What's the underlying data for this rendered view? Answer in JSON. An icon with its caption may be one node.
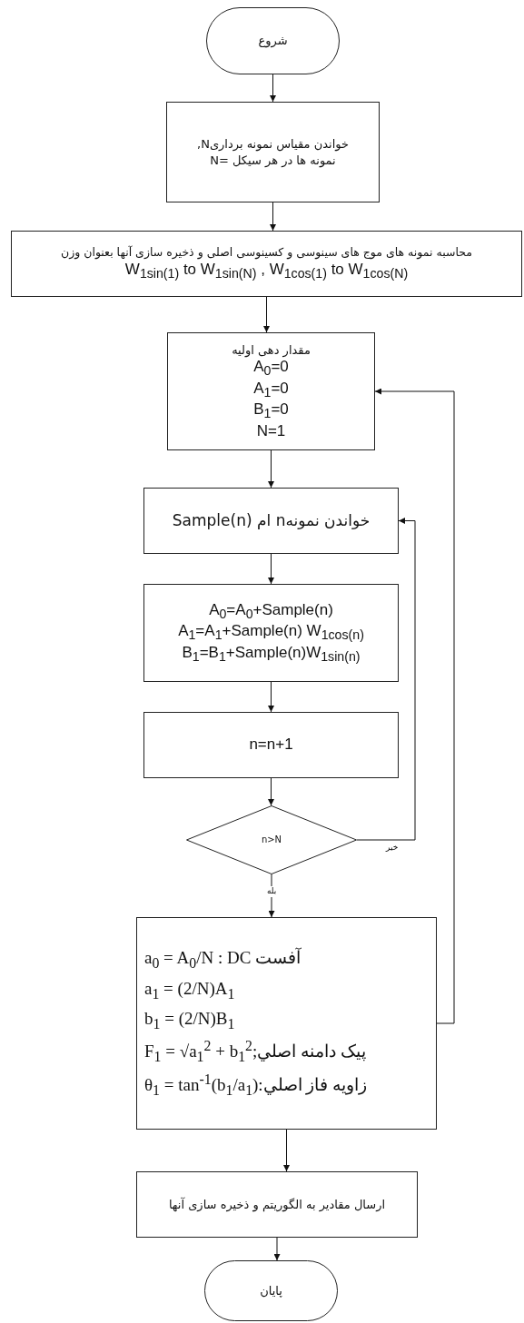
{
  "diagram": {
    "nodes": [
      {
        "text": [
          "شروع"
        ]
      },
      {
        "text": [
          "خواندن مقیاس نمونه برداریN, نمونه ها در هر سیکل =N"
        ]
      },
      {
        "text": [
          "محاسبه نمونه های موج های سینوسی و کسینوسی اصلی و ذخیره سازی آنها بعنوان وزن",
          "W$_{1sin(1)}$ to W$_{1sin(N)}$ , W$_{1cos(1)}$ to W$_{1cos(N)}$"
        ]
      },
      {
        "text": [
          "مقدار دهی اولیه",
          "A$_{0}$=0",
          "A$_{1}$=0",
          "B$_{1}$=0",
          "N=1"
        ]
      },
      {
        "text": [
          "خواندن نمونهn ام Sample(n)"
        ]
      },
      {
        "text": [
          "A$_{0}$=A$_{0}$+Sample(n)",
          "A$_{1}$=A$_{1}$+Sample(n) W$_{1cos(n)}$",
          "B$_{1}$=B$_{1}$+Sample(n)W$_{1sin(n)}$"
        ]
      },
      {
        "text": [
          "n=n+1"
        ]
      },
      {
        "text": [
          "n>N"
        ]
      },
      {
        "text": [
          "a$_{0}$ = A$_{0}$/N : DC آفست",
          "a$_{1}$ = (2/N)A$_{1}$",
          "b$_{1}$ = (2/N)B$_{1}$",
          "F$_{1}$ = √a$_{1}$$^{2}$ + b$_{1}$$^{2}$;پیک دامنه اصلي",
          "θ$_{1}$ = tan$^{-1}$(b$_{1}$/a$_{1}$):زاويه فاز اصلي"
        ]
      },
      {
        "text": [
          "ارسال مقادیر به الگوریتم و ذخیره سازی آنها"
        ]
      },
      {
        "text": [
          "پایان"
        ]
      }
    ],
    "edges": [
      {
        "from": 0,
        "to": 1,
        "arrow": "to"
      },
      {
        "from": 1,
        "to": 2,
        "arrow": "to"
      },
      {
        "from": 2,
        "to": 3,
        "arrow": "to"
      },
      {
        "from": 3,
        "to": 4,
        "arrow": "to"
      },
      {
        "from": 4,
        "to": 5,
        "arrow": "to"
      },
      {
        "from": 5,
        "to": 6,
        "arrow": "to"
      },
      {
        "from": 6,
        "to": 7,
        "arrow": "to"
      },
      {
        "from": 7,
        "to": 8,
        "label": "بله",
        "arrow": "to"
      },
      {
        "from": 7,
        "to": 4,
        "label": "خیر",
        "arrow": "to"
      },
      {
        "from": 8,
        "to": 3,
        "arrow": "to"
      },
      {
        "from": 8,
        "to": 9,
        "arrow": "to"
      },
      {
        "from": 9,
        "to": 10,
        "arrow": "to"
      }
    ]
  }
}
